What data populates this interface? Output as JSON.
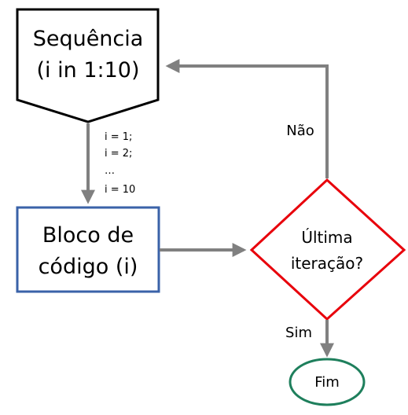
{
  "nodes": {
    "sequence": {
      "line1": "Sequência",
      "line2": "(i in 1:10)"
    },
    "code_block": {
      "line1": "Bloco de",
      "line2": "código (i)"
    },
    "decision": {
      "line1": "Última",
      "line2": "iteração?"
    },
    "end": {
      "label": "Fim"
    }
  },
  "edges": {
    "iterations": [
      "i = 1;",
      "i = 2;",
      "…",
      "i = 10"
    ],
    "no_label": "Não",
    "yes_label": "Sim"
  },
  "colors": {
    "sequence_border": "#000000",
    "code_block_border": "#3a62a8",
    "decision_border": "#e8000b",
    "end_border": "#1e7f5c",
    "arrow": "#808080"
  }
}
